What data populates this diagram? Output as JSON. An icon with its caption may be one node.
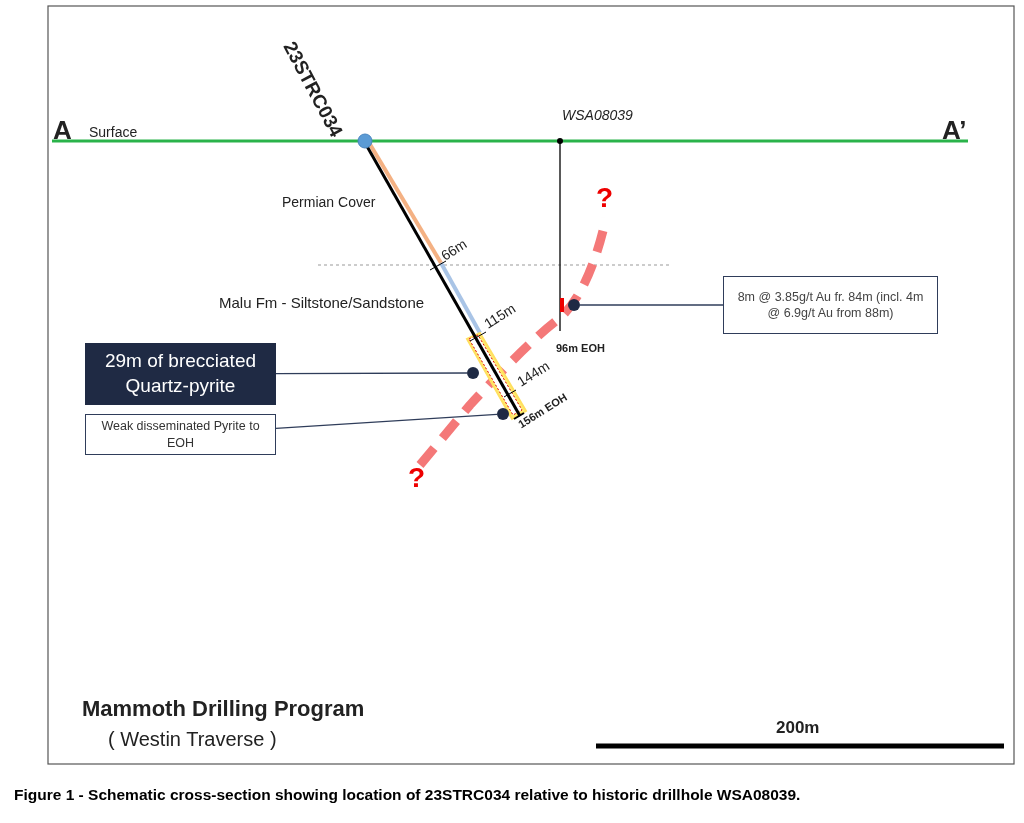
{
  "diagram": {
    "caption": "Figure 1 - Schematic cross-section showing location of 23STRC034 relative to historic drillhole WSA08039.",
    "nodes": [
      {
        "text": [
          "29m of brecciated Quartz-pyrite"
        ]
      },
      {
        "text": [],
        "shape": "circle"
      },
      {
        "text": [
          "Weak disseminated Pyrite to EOH"
        ]
      },
      {
        "text": [],
        "shape": "circle"
      },
      {
        "text": [
          "8m @ 3.85g/t Au fr. 84m (incl. 4m @ 6.9g/t Au from 88m)"
        ]
      },
      {
        "text": [],
        "shape": "circle"
      }
    ],
    "edges": [
      {
        "from": 0,
        "to": 1,
        "arrow": "none"
      },
      {
        "from": 2,
        "to": 3,
        "arrow": "none"
      },
      {
        "from": 4,
        "to": 5,
        "arrow": "none"
      }
    ],
    "labels": [
      "23STRC034",
      "WSA08039",
      "A",
      "Surface",
      "A’",
      "Permian Cover",
      "66m",
      "Malu Fm - Siltstone/Sandstone",
      "115m",
      "96m EOH",
      "144m",
      "156m EOH",
      "?",
      "?",
      "Mammoth Drilling Program",
      "( Westin Traverse )",
      "200m"
    ]
  }
}
